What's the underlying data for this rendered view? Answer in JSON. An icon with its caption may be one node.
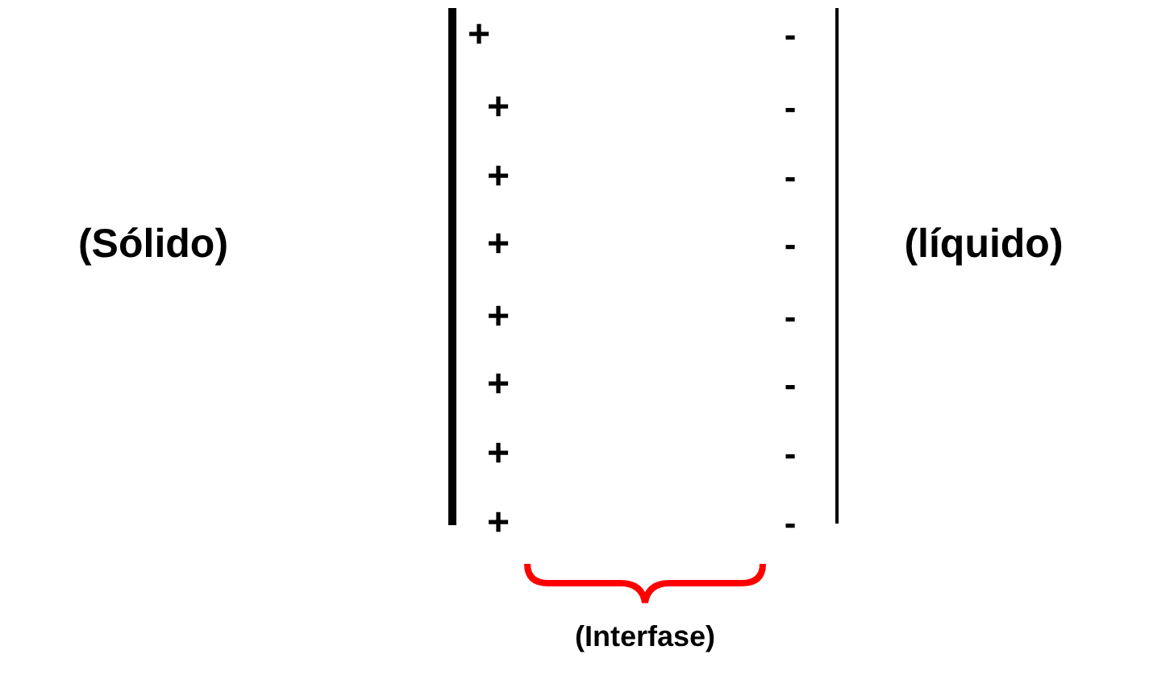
{
  "diagram": {
    "labels": [
      "+",
      "-",
      "+",
      "-",
      "+",
      "-",
      "(Sólido)",
      "+",
      "-",
      "(líquido)",
      "+",
      "-",
      "+",
      "-",
      "+",
      "-",
      "+",
      "-",
      "(Interfase)"
    ]
  }
}
